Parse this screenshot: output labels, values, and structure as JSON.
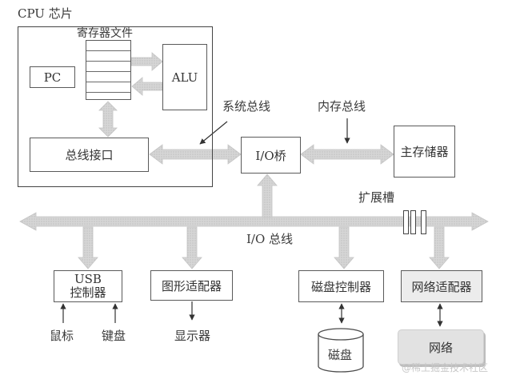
{
  "cpu_chip_label": "CPU 芯片",
  "register_file_label": "寄存器文件",
  "pc_label": "PC",
  "alu_label": "ALU",
  "bus_interface_label": "总线接口",
  "system_bus_label": "系统总线",
  "memory_bus_label": "内存总线",
  "io_bridge_label": "I/O桥",
  "main_memory_label": "主存储器",
  "expansion_slot_label": "扩展槽",
  "io_bus_label": "I/O 总线",
  "usb_controller": {
    "line1": "USB",
    "line2": "控制器"
  },
  "graphics_adapter_label": "图形适配器",
  "disk_controller_label": "磁盘控制器",
  "network_adapter_label": "网络适配器",
  "mouse_label": "鼠标",
  "keyboard_label": "键盘",
  "display_label": "显示器",
  "disk_label": "磁盘",
  "network_label": "网络",
  "watermark": "@稀土掘金技术社区"
}
